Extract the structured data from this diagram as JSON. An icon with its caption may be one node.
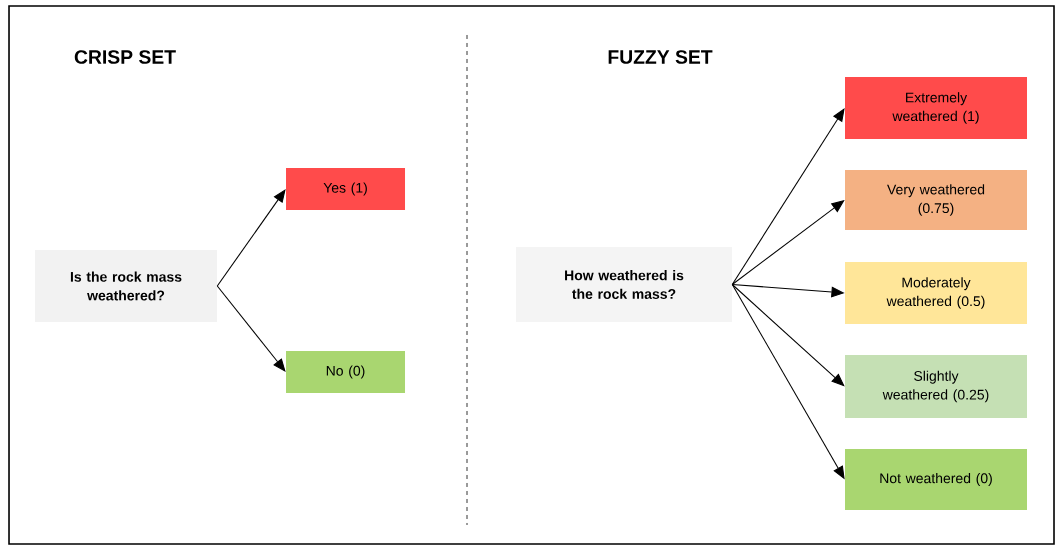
{
  "diagram": {
    "nodes": [
      {
        "text": [
          "Is the rock mass weathered?"
        ]
      },
      {
        "text": [
          "Yes (1)"
        ]
      },
      {
        "text": [
          "No (0)"
        ]
      },
      {
        "text": [
          "How weathered is the rock mass?"
        ]
      },
      {
        "text": [
          "Extremely weathered (1)"
        ]
      },
      {
        "text": [
          "Very weathered (0.75)"
        ]
      },
      {
        "text": [
          "Moderately weathered (0.5)"
        ]
      },
      {
        "text": [
          "Slightly weathered (0.25)"
        ]
      },
      {
        "text": [
          "Not weathered (0)"
        ]
      }
    ],
    "edges": [
      {
        "from": 0,
        "to": 1,
        "arrow": "to"
      },
      {
        "from": 0,
        "to": 2,
        "arrow": "to"
      },
      {
        "from": 3,
        "to": 4,
        "arrow": "to"
      },
      {
        "from": 3,
        "to": 5,
        "arrow": "to"
      },
      {
        "from": 3,
        "to": 6,
        "arrow": "to"
      },
      {
        "from": 3,
        "to": 7,
        "arrow": "to"
      },
      {
        "from": 3,
        "to": 8,
        "arrow": "to"
      }
    ],
    "labels": [
      "CRISP SET",
      "FUZZY SET"
    ]
  }
}
